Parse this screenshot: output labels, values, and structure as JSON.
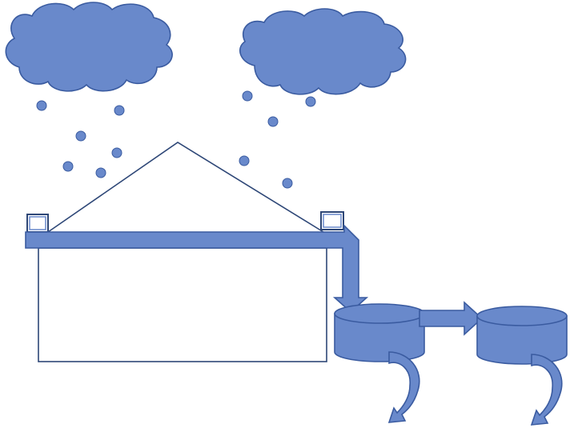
{
  "diagram": {
    "colors": {
      "fill": "#6989CB",
      "stroke": "#3A5BA0",
      "outline": "#2E4777",
      "background": "#FFFFFF"
    },
    "elements": [
      "cloud-left",
      "cloud-right",
      "raindrops",
      "house-roof",
      "house-wall",
      "gutter-pipe",
      "gutter-box-left",
      "gutter-box-right",
      "downspout-arrow",
      "tank-1",
      "connector-arrow",
      "tank-2",
      "overflow-arrow-1",
      "overflow-arrow-2"
    ]
  }
}
